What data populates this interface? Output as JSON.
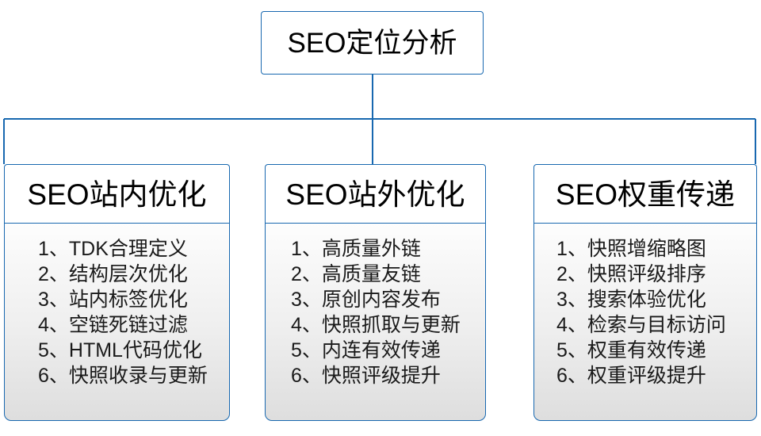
{
  "diagram": {
    "type": "org-tree",
    "orientation": "top-down",
    "accent_color": "#1868b0",
    "background_color": "#ffffff",
    "root": {
      "title": "SEO定位分析"
    },
    "branches": [
      {
        "title": "SEO站内优化",
        "items": [
          "1、TDK合理定义",
          "2、结构层次优化",
          "3、站内标签优化",
          "4、空链死链过滤",
          "5、HTML代码优化",
          "6、快照收录与更新"
        ]
      },
      {
        "title": "SEO站外优化",
        "items": [
          "1、高质量外链",
          "2、高质量友链",
          "3、原创内容发布",
          "4、快照抓取与更新",
          "5、内连有效传递",
          "6、快照评级提升"
        ]
      },
      {
        "title": "SEO权重传递",
        "items": [
          "1、快照增缩略图",
          "2、快照评级排序",
          "3、搜索体验优化",
          "4、检索与目标访问",
          "5、权重有效传递",
          "6、权重评级提升"
        ]
      }
    ]
  }
}
